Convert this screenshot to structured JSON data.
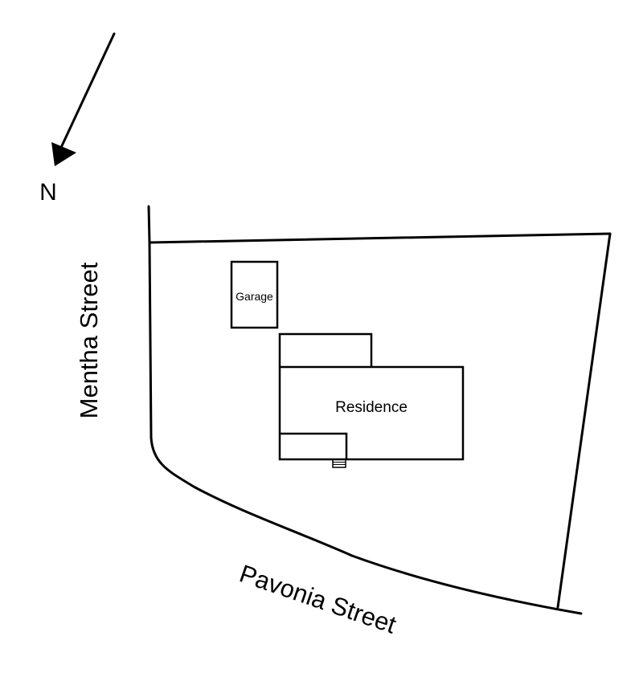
{
  "compass": {
    "label": "N"
  },
  "streets": {
    "west": "Mentha Street",
    "south": "Pavonia Street"
  },
  "buildings": {
    "garage": "Garage",
    "residence": "Residence"
  },
  "style": {
    "line_color": "#000000",
    "background": "#ffffff"
  }
}
